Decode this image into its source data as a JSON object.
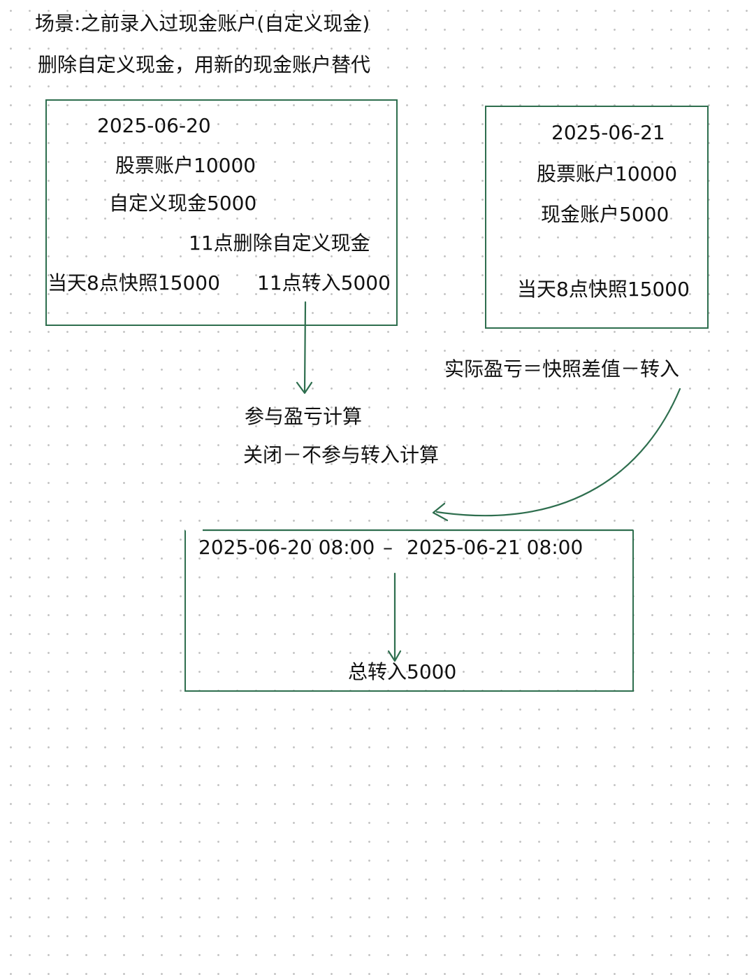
{
  "header": {
    "scenario": "场景:之前录入过现金账户(自定义现金)",
    "description": "删除自定义现金，用新的现金账户替代"
  },
  "left_box": {
    "date": "2025-06-20",
    "stock_account": "股票账户10000",
    "custom_cash": "自定义现金5000",
    "delete_event": "11点删除自定义现金",
    "snapshot": "当天8点快照15000",
    "transfer_event": "11点转入5000"
  },
  "right_box": {
    "date": "2025-06-21",
    "stock_account": "股票账户10000",
    "cash_account": "现金账户5000",
    "snapshot": "当天8点快照15000"
  },
  "notes": {
    "formula": "实际盈亏＝快照差值－转入",
    "participate": "参与盈亏计算",
    "closed": "关闭－不参与转入计算"
  },
  "bottom_box": {
    "range_start": "2025-06-20  08:00",
    "range_separator": "–",
    "range_end": "2025-06-21  08:00",
    "total_transfer": "总转入5000"
  },
  "colors": {
    "line": "#2e6e4e",
    "text": "#111111",
    "dot_grid": "#c4c4c4"
  }
}
